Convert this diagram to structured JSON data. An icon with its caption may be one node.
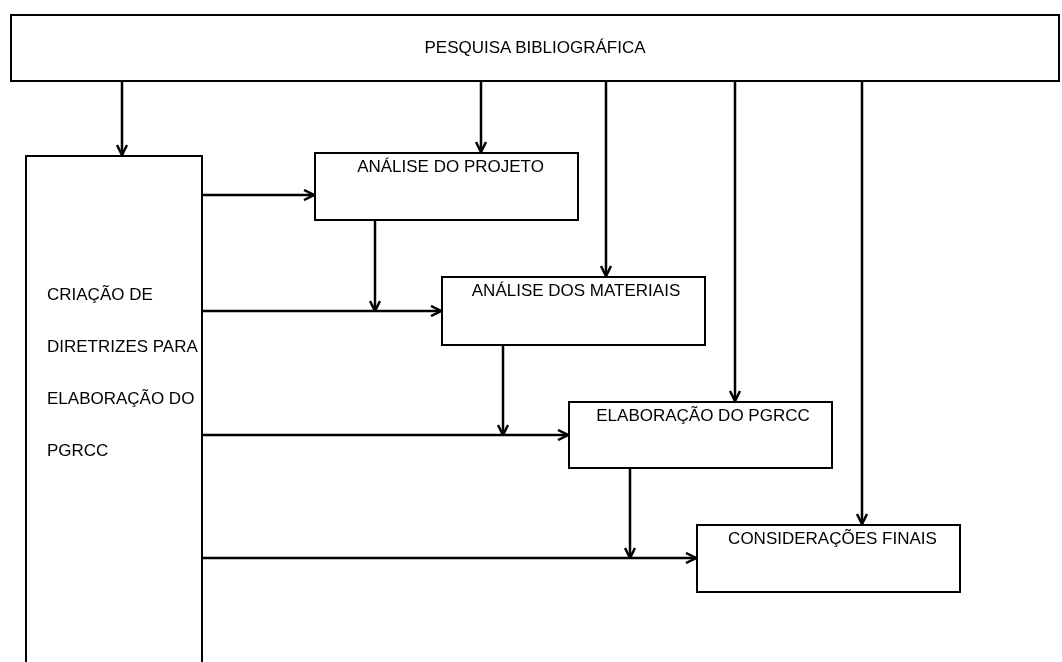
{
  "diagram": {
    "nodes": [
      {
        "text": [
          "PESQUISA BIBLIOGRÁFICA"
        ]
      },
      {
        "text": [
          "CRIAÇÃO DE DIRETRIZES PARA ELABORAÇÃO DO PGRCC"
        ]
      },
      {
        "text": [
          "ANÁLISE DO PROJETO"
        ]
      },
      {
        "text": [
          "ANÁLISE DOS MATERIAIS"
        ]
      },
      {
        "text": [
          "ELABORAÇÃO DO PGRCC"
        ]
      },
      {
        "text": [
          "CONSIDERAÇÕES FINAIS"
        ]
      }
    ],
    "edges": [
      {
        "from": 0,
        "to": 1,
        "arrow": "to"
      },
      {
        "from": 0,
        "to": 2,
        "arrow": "to"
      },
      {
        "from": 0,
        "to": 3,
        "arrow": "to"
      },
      {
        "from": 0,
        "to": 4,
        "arrow": "to"
      },
      {
        "from": 0,
        "to": 5,
        "arrow": "to"
      },
      {
        "from": 1,
        "to": 2,
        "arrow": "to"
      },
      {
        "from": 1,
        "to": 3,
        "arrow": "to"
      },
      {
        "from": 1,
        "to": 4,
        "arrow": "to"
      },
      {
        "from": 1,
        "to": 5,
        "arrow": "to"
      },
      {
        "from": 2,
        "to": 3,
        "arrow": "to"
      },
      {
        "from": 3,
        "to": 4,
        "arrow": "to"
      },
      {
        "from": 4,
        "to": 5,
        "arrow": "to"
      }
    ]
  }
}
